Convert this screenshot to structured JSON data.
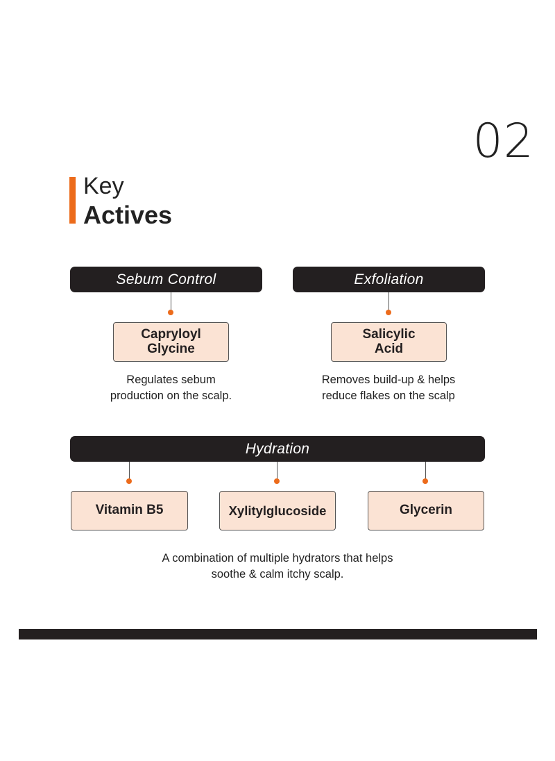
{
  "page_number": "02",
  "title": {
    "light": "Key",
    "bold": "Actives"
  },
  "groups": [
    {
      "category": "Sebum Control",
      "actives": [
        "Capryloyl Glycine"
      ],
      "description": [
        "Regulates sebum",
        "production on the scalp."
      ]
    },
    {
      "category": "Exfoliation",
      "actives": [
        "Salicylic Acid"
      ],
      "description": [
        "Removes build-up & helps",
        "reduce flakes on the scalp"
      ]
    },
    {
      "category": "Hydration",
      "actives": [
        "Vitamin B5",
        "Xylitylglucoside",
        "Glycerin"
      ],
      "description": [
        "A combination of multiple hydrators that helps",
        "soothe & calm itchy scalp."
      ]
    }
  ],
  "colors": {
    "accent": "#ec6b1b",
    "pill_background": "#231f20",
    "box_fill": "#fbe3d4"
  }
}
